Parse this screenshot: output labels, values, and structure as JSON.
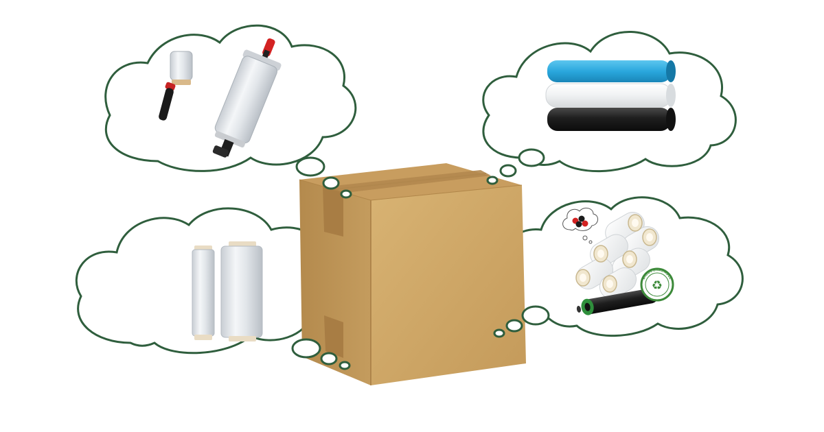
{
  "scene": {
    "background": "#ffffff",
    "cloud_stroke": "#2f5e3d",
    "cloud_fill": "#ffffff",
    "box_front": "#cfa768",
    "box_side": "#b78f52",
    "box_top": "#c99e5e",
    "tape": "#a87d44"
  },
  "clouds": [
    {
      "name": "cloud-top-left",
      "content": "hand-stretch-wrap-dispensers"
    },
    {
      "name": "cloud-top-right",
      "content": "colored-stretch-film-rolls"
    },
    {
      "name": "cloud-bottom-left",
      "content": "clear-stretch-film-rolls"
    },
    {
      "name": "cloud-bottom-right",
      "content": "biodegradable-stretch-film-rolls"
    }
  ],
  "badge": {
    "text": "BIODEGRADABLE",
    "icon": "recycle-icon",
    "color": "#3d8a3a"
  },
  "roll_colors": {
    "blue": "#2aa7dd",
    "white": "#f4f6f7",
    "black": "#1c1c1c",
    "handle_red": "#d32222"
  }
}
